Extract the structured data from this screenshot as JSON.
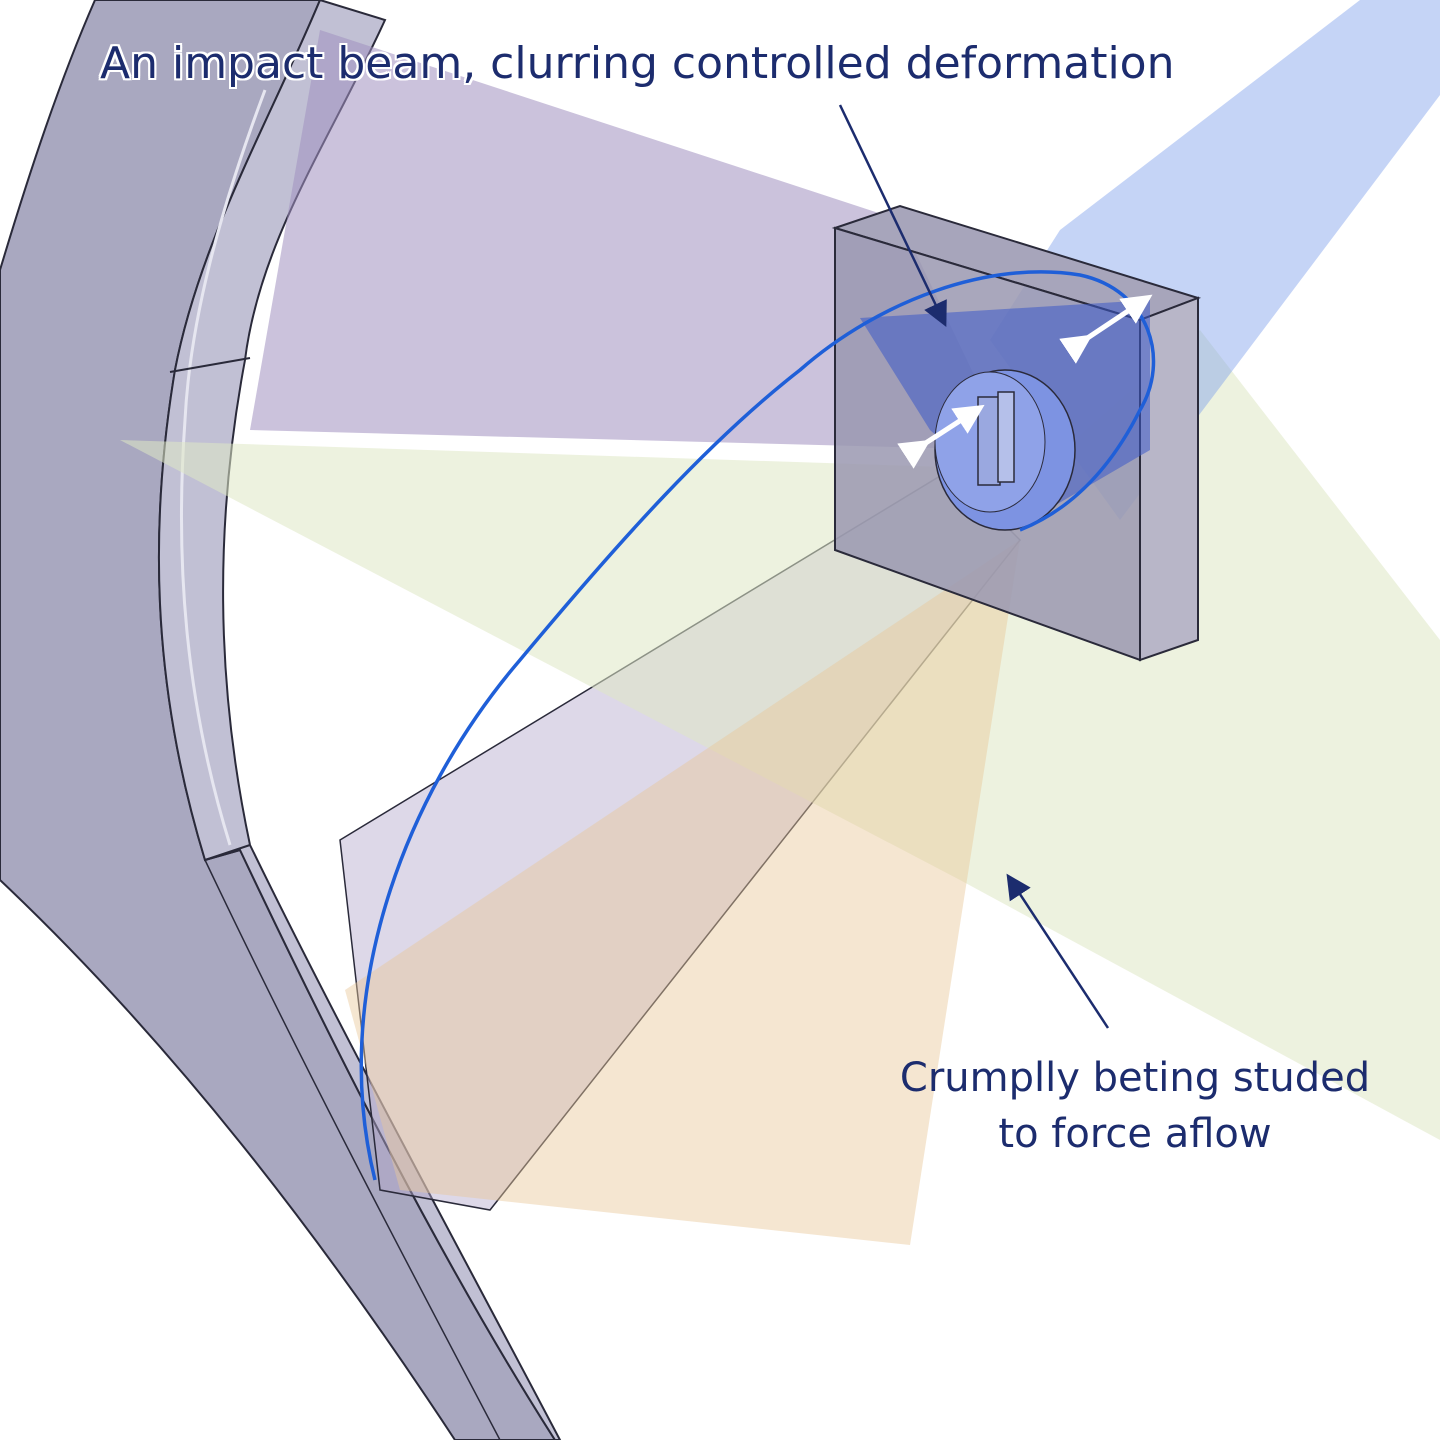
{
  "title": "An impact beam, clurring controlled deformation",
  "note": {
    "line1": "Crumplly beting studed",
    "line2": "to force aflow"
  },
  "colors": {
    "frame_fill": "#a8a8c0",
    "frame_edge": "#2a2a3a",
    "purple_plane": "#a090c0",
    "blue_beam": "#7ea0ec",
    "green_plane": "#dfe8c4",
    "orange_plane": "#e8c89a",
    "block_fill": "#9a98b0",
    "curve": "#1f5fd8",
    "text": "#1c2c6e",
    "arrow": "#1c2c6e"
  },
  "icons": [
    "double-arrow-icon",
    "pointer-arrow-icon"
  ]
}
